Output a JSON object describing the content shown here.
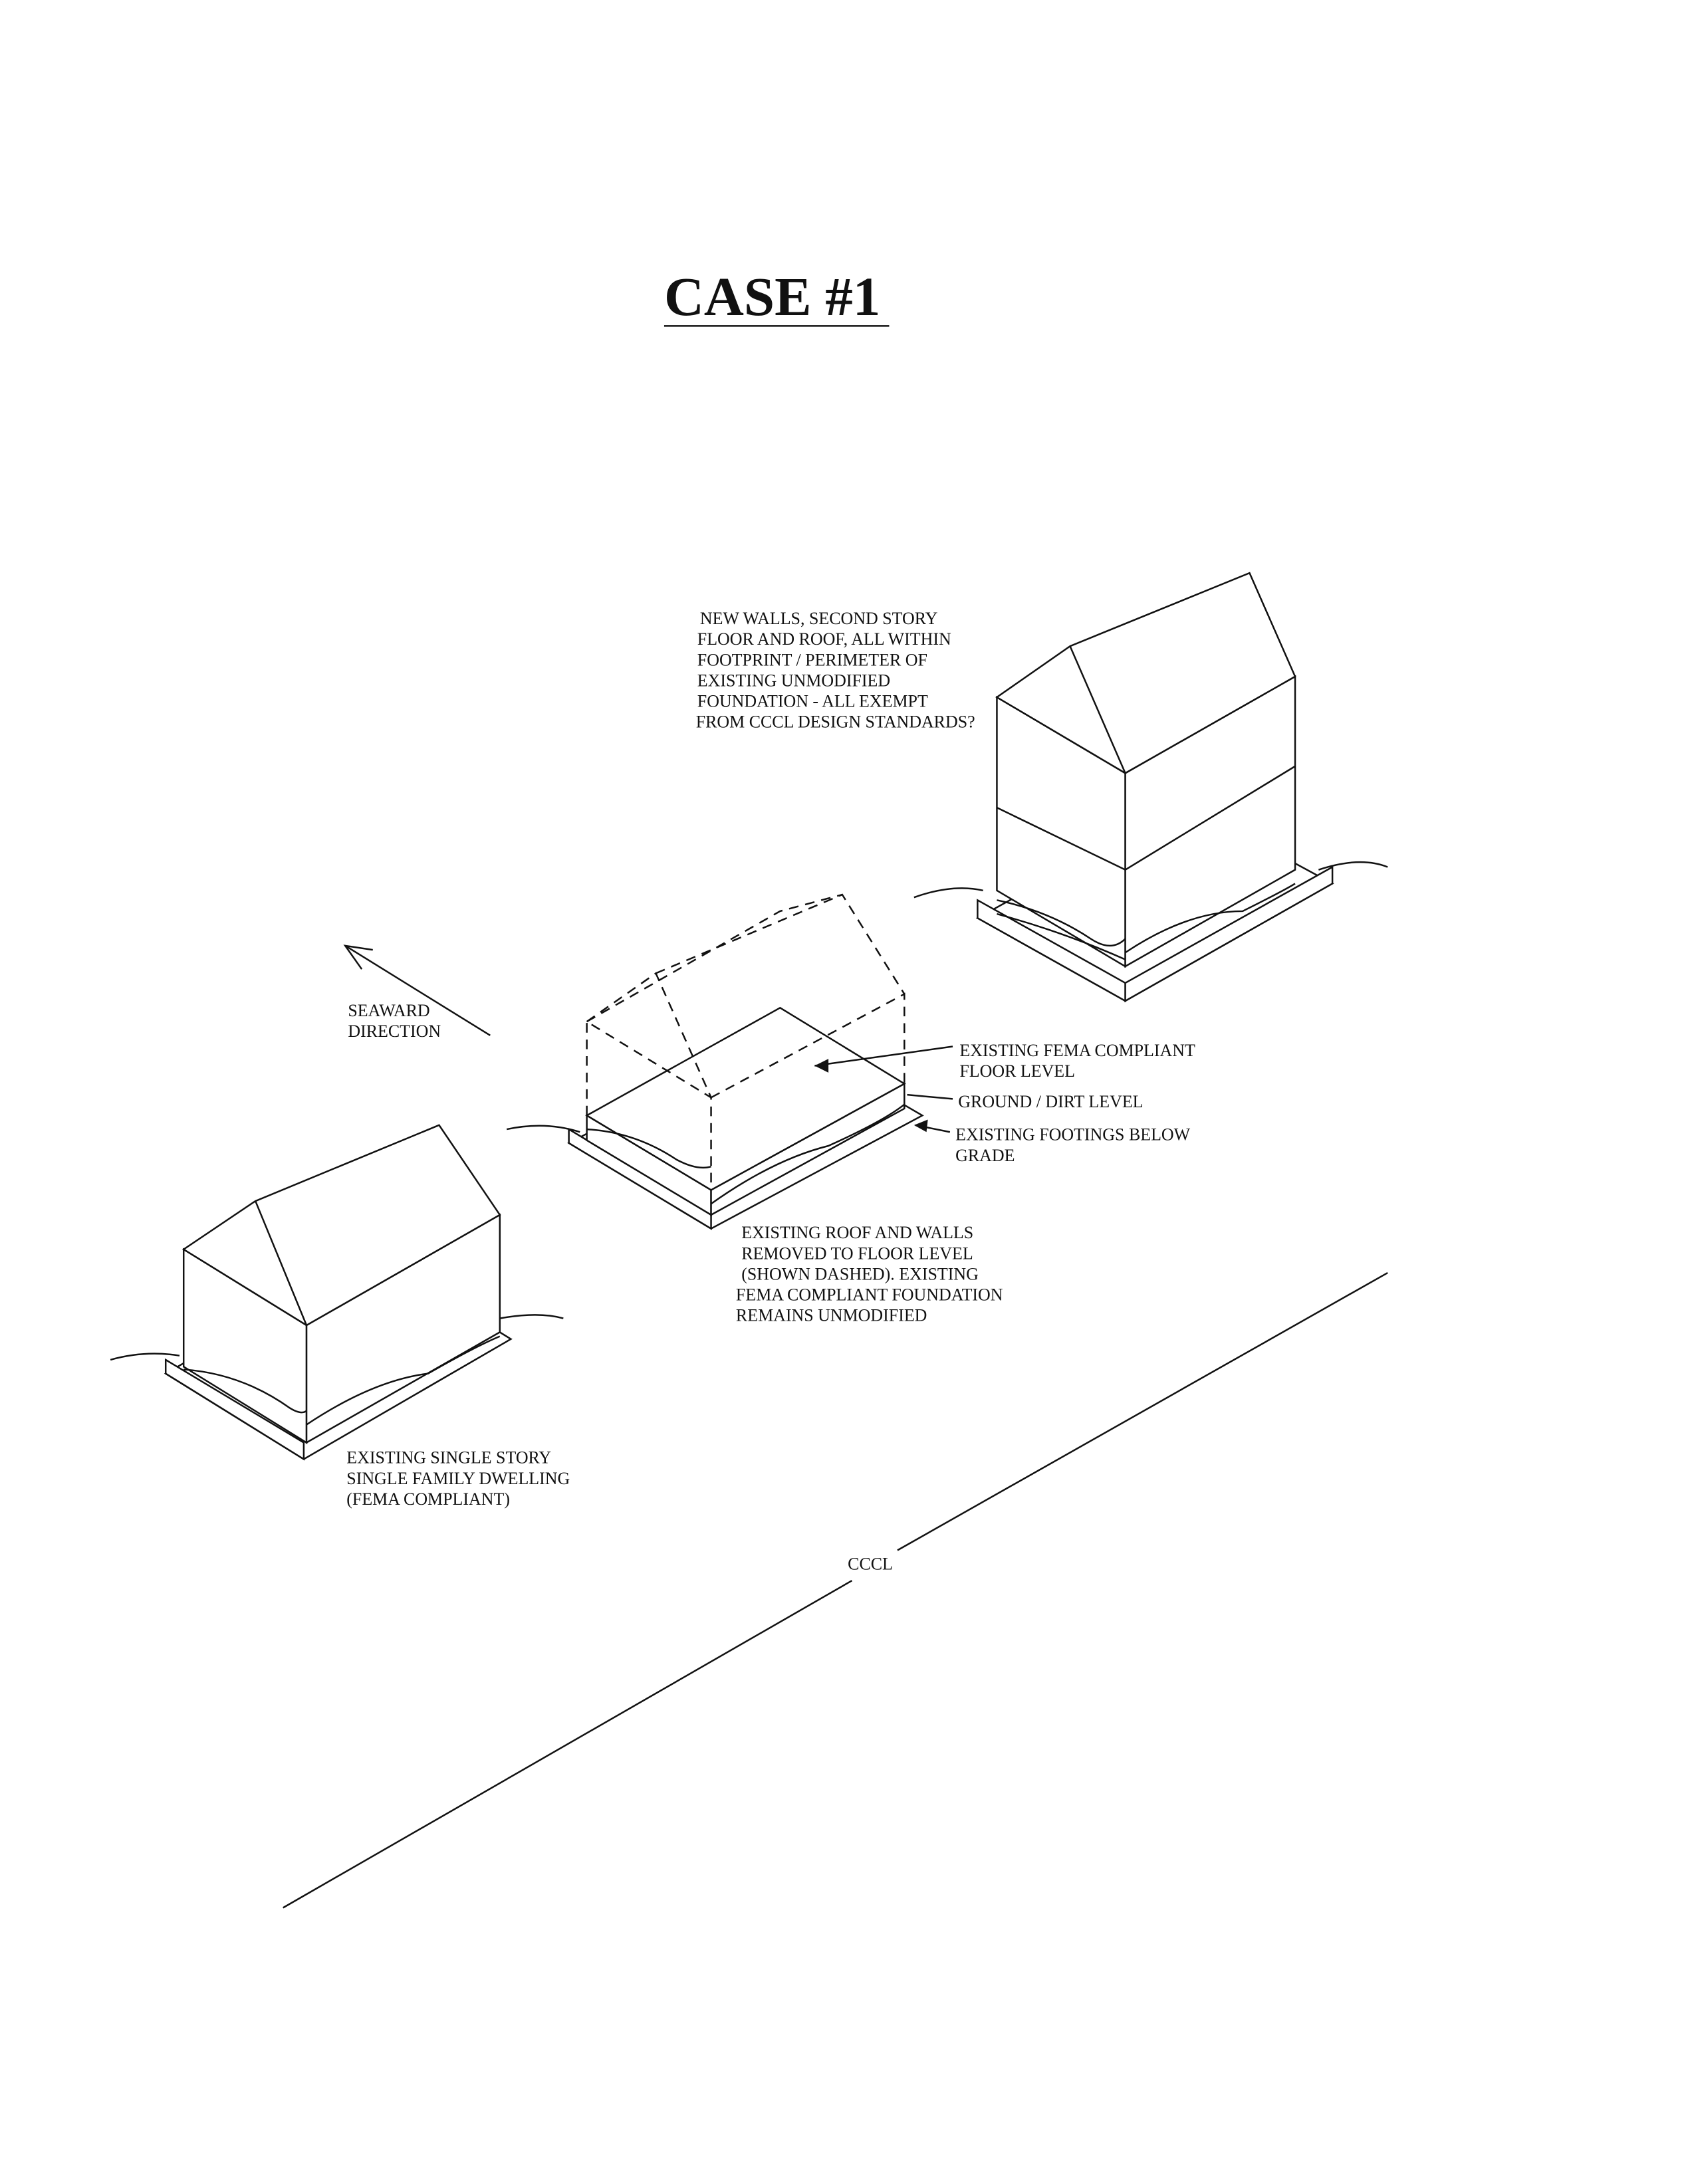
{
  "title": "CASE #1",
  "labels": {
    "new_walls": [
      "NEW WALLS, SECOND STORY",
      "FLOOR AND ROOF, ALL WITHIN",
      "FOOTPRINT / PERIMETER OF",
      "EXISTING UNMODIFIED",
      "FOUNDATION - ALL EXEMPT",
      "FROM CCCL DESIGN STANDARDS?"
    ],
    "seaward": [
      "SEAWARD",
      "DIRECTION"
    ],
    "fema_floor": [
      "EXISTING FEMA COMPLIANT",
      "FLOOR LEVEL"
    ],
    "ground": [
      "GROUND / DIRT LEVEL"
    ],
    "footings": [
      "EXISTING FOOTINGS BELOW",
      "GRADE"
    ],
    "removed": [
      "EXISTING ROOF AND WALLS",
      "REMOVED TO FLOOR LEVEL",
      "(SHOWN DASHED). EXISTING",
      "FEMA COMPLIANT FOUNDATION",
      "REMAINS UNMODIFIED"
    ],
    "existing_dwelling": [
      "EXISTING SINGLE STORY",
      "SINGLE FAMILY DWELLING",
      "(FEMA COMPLIANT)"
    ],
    "cccl": "CCCL"
  }
}
